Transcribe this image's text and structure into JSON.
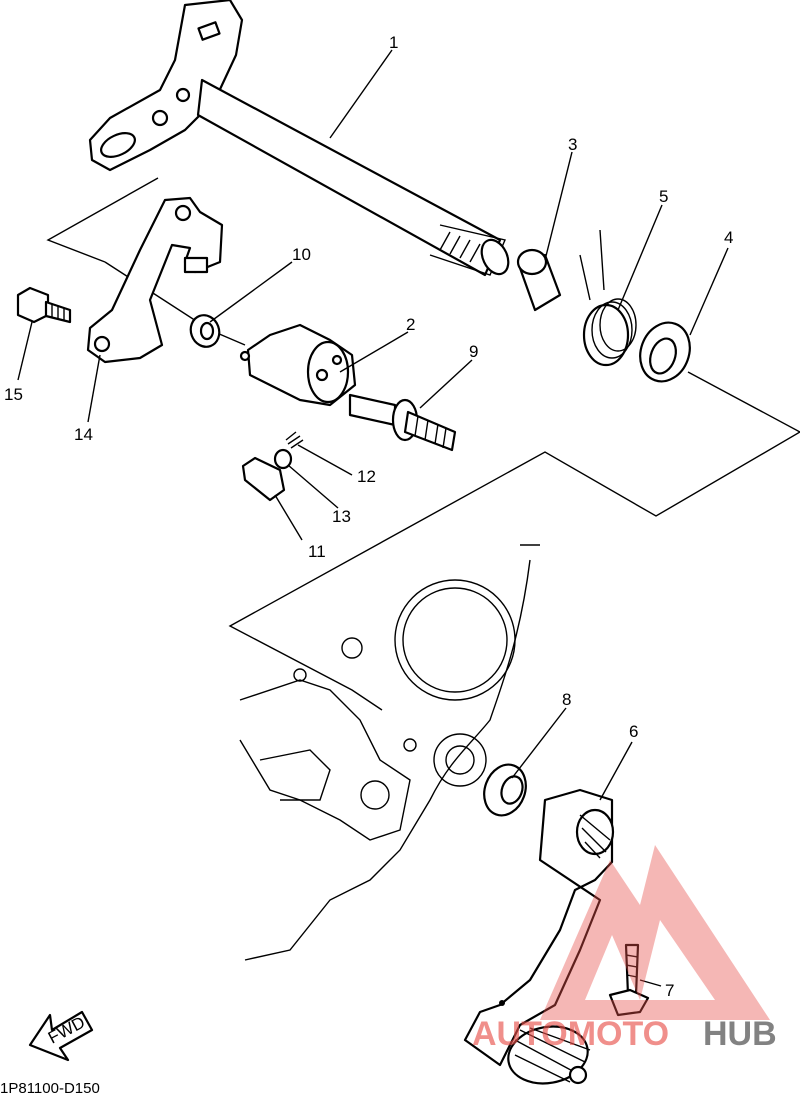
{
  "diagram": {
    "drawing_code": "1P81100-D150",
    "fwd_label": "FWD",
    "callouts": [
      "1",
      "2",
      "3",
      "4",
      "5",
      "6",
      "7",
      "8",
      "9",
      "10",
      "11",
      "12",
      "13",
      "14",
      "15"
    ]
  },
  "watermark": {
    "text_part1": "AUTOMOTO",
    "text_part2": "HUB",
    "color_main": "#e8504a",
    "color_secondary": "#3b3b3b"
  }
}
